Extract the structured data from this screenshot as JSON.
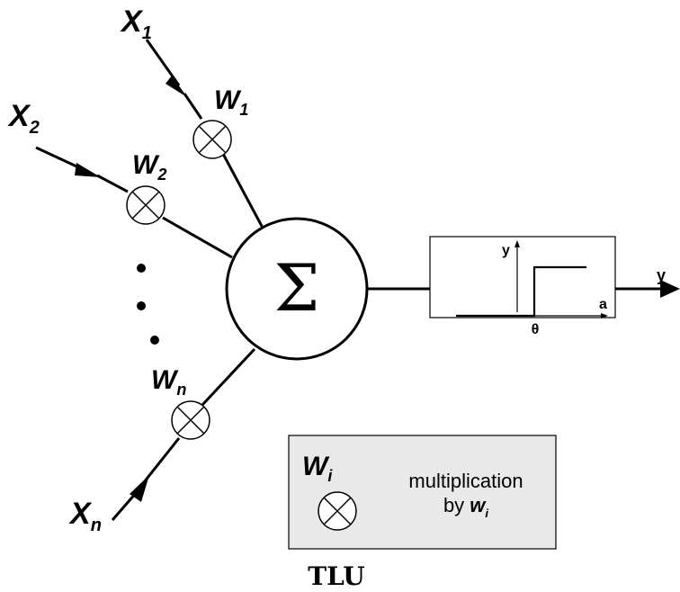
{
  "inputs": [
    {
      "var": "X",
      "sub": "1",
      "weight_var": "W",
      "weight_sub": "1"
    },
    {
      "var": "X",
      "sub": "2",
      "weight_var": "W",
      "weight_sub": "2"
    },
    {
      "var": "X",
      "sub": "n",
      "weight_var": "W",
      "weight_sub": "n"
    }
  ],
  "summation_symbol": "Σ",
  "step_function": {
    "y_axis_label": "y",
    "x_axis_label": "a",
    "threshold_label": "θ"
  },
  "output_label": "y",
  "legend": {
    "weight_var": "W",
    "weight_sub": "i",
    "text_line1": "multiplication",
    "text_line2_prefix": "by ",
    "text_line2_var": "w",
    "text_line2_sub": "i"
  },
  "caption": "TLU"
}
